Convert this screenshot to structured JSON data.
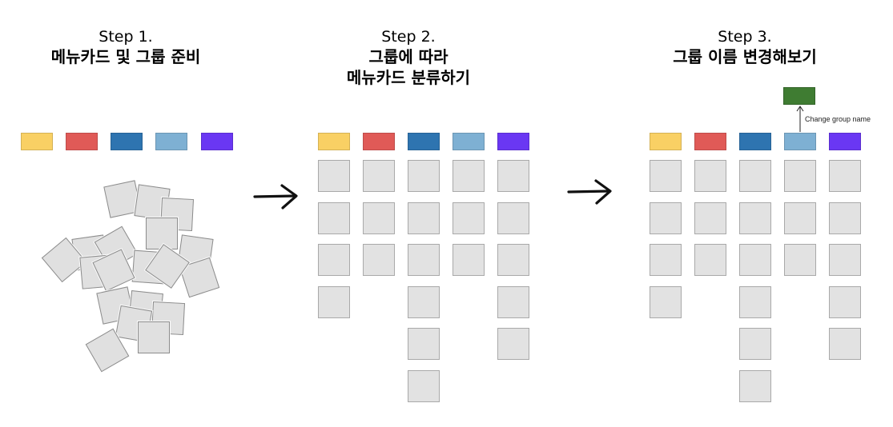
{
  "steps": [
    {
      "title": "Step 1.",
      "lines": [
        "메뉴카드 및 그룹 준비"
      ]
    },
    {
      "title": "Step 2.",
      "lines": [
        "그룹에 따라",
        "메뉴카드 분류하기"
      ]
    },
    {
      "title": "Step 3.",
      "lines": [
        "그룹 이름 변경해보기"
      ]
    }
  ],
  "categories": [
    {
      "color": "#f9d064"
    },
    {
      "color": "#e05a57"
    },
    {
      "color": "#2e74b0"
    },
    {
      "color": "#7eb0d3"
    },
    {
      "color": "#6a37f3"
    }
  ],
  "card_counts": {
    "step2": [
      4,
      3,
      6,
      3,
      5
    ],
    "step3": [
      4,
      3,
      6,
      3,
      5
    ]
  },
  "step3": {
    "renamed_color": "#3f7c32",
    "change_label": "Change group name"
  }
}
